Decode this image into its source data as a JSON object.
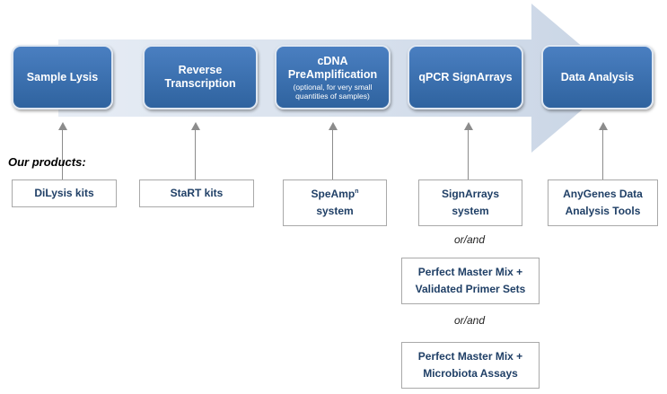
{
  "steps": [
    {
      "label": "Sample Lysis"
    },
    {
      "label": "Reverse Transcription"
    },
    {
      "label": "cDNA PreAmplification",
      "note": "(optional, for very small quantities of samples)"
    },
    {
      "label": "qPCR SignArrays"
    },
    {
      "label": "Data Analysis"
    }
  ],
  "products_heading": "Our products:",
  "products": {
    "dilysis": "DiLysis kits",
    "start": "StaRT kits",
    "speamp": "SpeAmp",
    "speamp_sup": "n",
    "speamp_line2": "system",
    "signarrays": "SignArrays",
    "signarrays_line2": "system",
    "pmm_primer": "Perfect Master Mix +",
    "pmm_primer_line2": "Validated Primer Sets",
    "pmm_microbiota": "Perfect Master Mix +",
    "pmm_microbiota_line2": "Microbiota Assays",
    "anygenes": "AnyGenes Data",
    "anygenes_line2": "Analysis Tools"
  },
  "connector_words": {
    "first": "or/and",
    "second": "or/and"
  },
  "colors": {
    "step_fill": "#3a6fb0",
    "arrow_fill": "#d5deea",
    "product_text": "#1f3f66"
  }
}
